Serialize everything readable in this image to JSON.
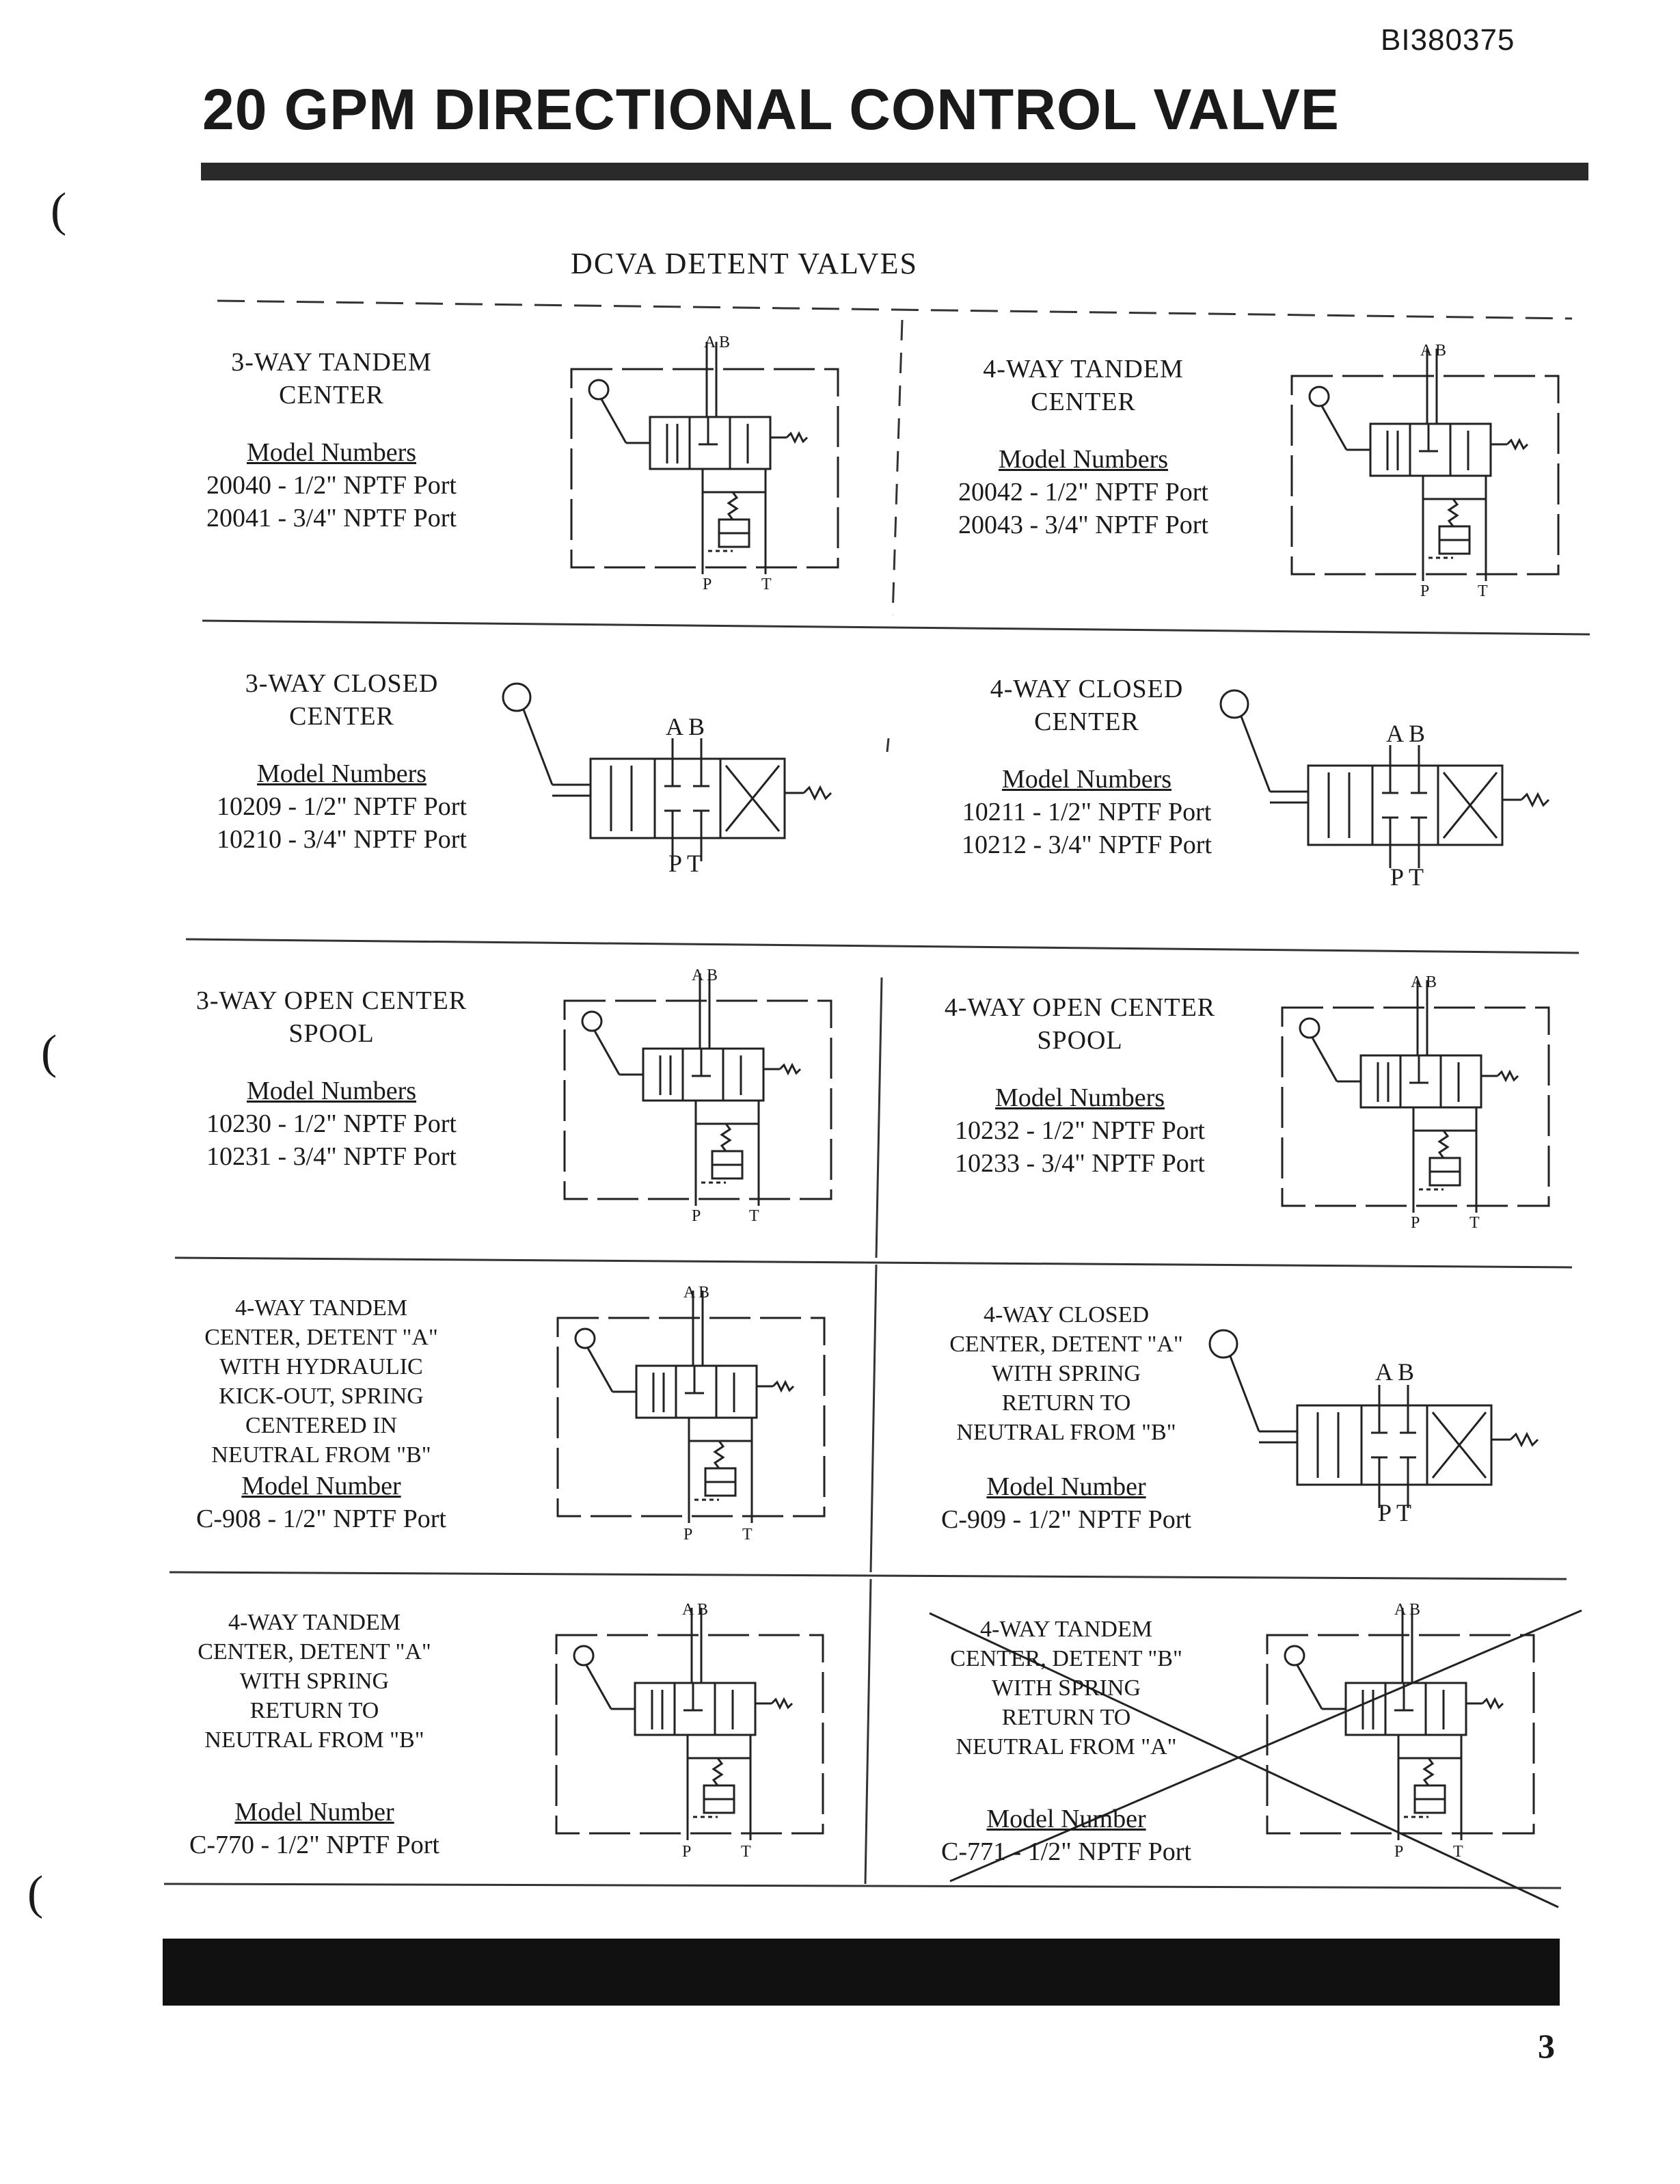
{
  "header": {
    "doc_number": "BI380375",
    "title": "20 GPM DIRECTIONAL CONTROL VALVE"
  },
  "section_title": "DCVA DETENT VALVES",
  "cells": [
    {
      "head": [
        "3-WAY TANDEM",
        "CENTER"
      ],
      "model_label": "Model Numbers",
      "ports": [
        "20040  -  1/2\" NPTF Port",
        "20041  -  3/4\" NPTF Port"
      ]
    },
    {
      "head": [
        "4-WAY TANDEM",
        "CENTER"
      ],
      "model_label": "Model Numbers",
      "ports": [
        "20042  -  1/2\" NPTF Port",
        "20043  -  3/4\" NPTF Port"
      ]
    },
    {
      "head": [
        "3-WAY CLOSED",
        "CENTER"
      ],
      "model_label": "Model Numbers",
      "ports": [
        "10209  -  1/2\" NPTF Port",
        "10210  -  3/4\" NPTF Port"
      ]
    },
    {
      "head": [
        "4-WAY CLOSED",
        "CENTER"
      ],
      "model_label": "Model Numbers",
      "ports": [
        "10211  -  1/2\" NPTF Port",
        "10212  -  3/4\" NPTF Port"
      ]
    },
    {
      "head": [
        "3-WAY OPEN CENTER",
        "SPOOL"
      ],
      "model_label": "Model Numbers",
      "ports": [
        "10230  -  1/2\" NPTF Port",
        "10231  -  3/4\" NPTF Port"
      ]
    },
    {
      "head": [
        "4-WAY OPEN CENTER",
        "SPOOL"
      ],
      "model_label": "Model Numbers",
      "ports": [
        "10232  -  1/2\" NPTF Port",
        "10233  -  3/4\" NPTF Port"
      ]
    },
    {
      "head": [
        "4-WAY TANDEM",
        "CENTER, DETENT \"A\"",
        "WITH HYDRAULIC",
        "KICK-OUT, SPRING",
        "CENTERED IN",
        "NEUTRAL FROM \"B\""
      ],
      "model_label": "Model Number",
      "ports": [
        "C-908  -  1/2\" NPTF Port"
      ]
    },
    {
      "head": [
        "4-WAY CLOSED",
        "CENTER, DETENT \"A\"",
        "WITH  SPRING",
        "RETURN TO",
        "NEUTRAL FROM \"B\""
      ],
      "model_label": "Model Number",
      "ports": [
        "C-909  -  1/2\" NPTF Port"
      ]
    },
    {
      "head": [
        "4-WAY TANDEM",
        "CENTER, DETENT \"A\"",
        "WITH SPRING",
        "RETURN TO",
        "NEUTRAL FROM \"B\""
      ],
      "model_label": "Model Number",
      "ports": [
        "C-770  -  1/2\" NPTF Port"
      ]
    },
    {
      "head": [
        "4-WAY TANDEM",
        "CENTER, DETENT \"B\"",
        "WITH SPRING",
        "RETURN TO",
        "NEUTRAL FROM \"A\""
      ],
      "model_label": "Model Number",
      "ports": [
        "C-771  -  1/2\" NPTF Port"
      ]
    }
  ],
  "port_labels": {
    "ab": "A B",
    "pt": "P T",
    "p": "P",
    "t": "T"
  },
  "page_number": "3"
}
